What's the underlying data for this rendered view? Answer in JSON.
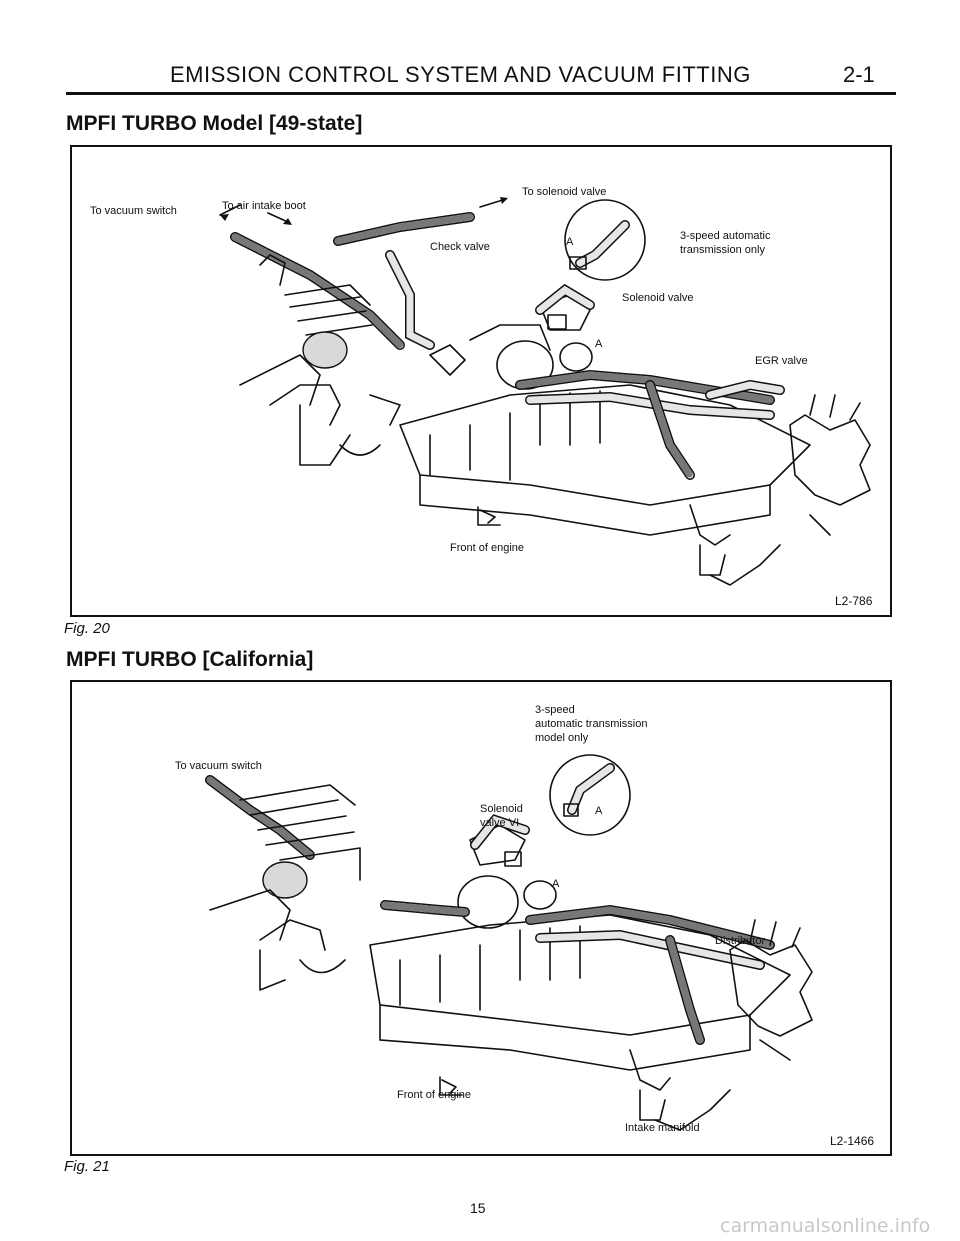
{
  "header": {
    "title": "EMISSION CONTROL SYSTEM AND VACUUM FITTING",
    "page_code": "2-1"
  },
  "fig20": {
    "section_title": "MPFI TURBO Model [49-state]",
    "caption": "Fig. 20",
    "ref": "L2-786",
    "labels": {
      "to_vacuum_switch": "To vacuum switch",
      "to_air_intake_boot": "To air intake boot",
      "to_solenoid_valve": "To solenoid valve",
      "check_valve": "Check valve",
      "three_speed": "3-speed automatic",
      "transmission_only": "transmission only",
      "detail_a": "A",
      "solenoid_valve": "Solenoid valve",
      "egr_valve": "EGR valve",
      "marker_a": "A",
      "front_of_engine": "Front of engine"
    }
  },
  "fig21": {
    "section_title": "MPFI TURBO [California]",
    "caption": "Fig. 21",
    "ref": "L2-1466",
    "labels": {
      "three_speed": "3-speed",
      "automatic_transmission": "automatic transmission",
      "model_only": "model only",
      "to_vacuum_switch": "To vacuum switch",
      "solenoid": "Solenoid",
      "valve_vi": "valve VI",
      "detail_a": "A",
      "marker_a": "A",
      "distributor": "Distributor",
      "front_of_engine": "Front of engine",
      "intake_manifold": "Intake manifold"
    }
  },
  "footer": {
    "page_number": "15",
    "watermark": "carmanualsonline.info"
  }
}
